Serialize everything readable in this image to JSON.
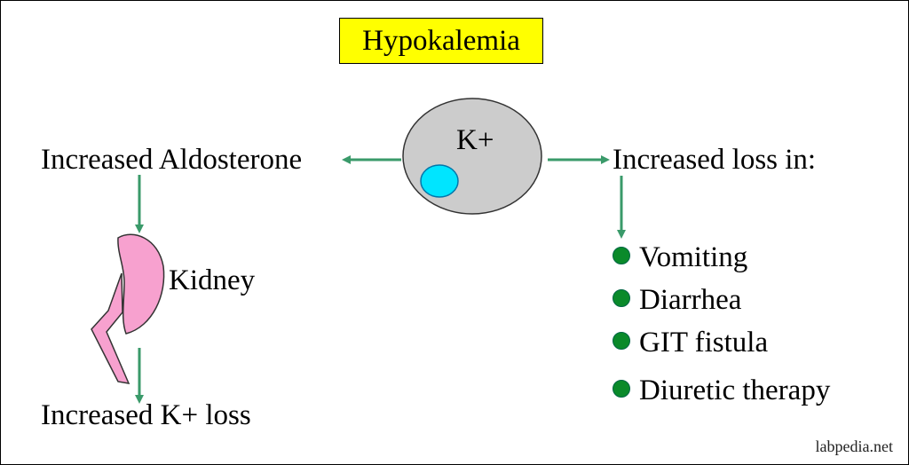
{
  "title": "Hypokalemia",
  "cell": {
    "label": "K+"
  },
  "left": {
    "cause": "Increased Aldosterone",
    "organ": "Kidney",
    "result": "Increased K+ loss"
  },
  "right": {
    "heading": "Increased loss in:",
    "items": [
      "Vomiting",
      "Diarrhea",
      "GIT fistula",
      "Diuretic therapy"
    ]
  },
  "watermark": "labpedia.net",
  "colors": {
    "title_bg": "#ffff00",
    "arrow": "#3a9a6a",
    "cell_fill": "#cccccc",
    "nucleus_fill": "#00e5ff",
    "kidney_fill": "#f7a1cf",
    "bullet": "#0a8a2a"
  }
}
